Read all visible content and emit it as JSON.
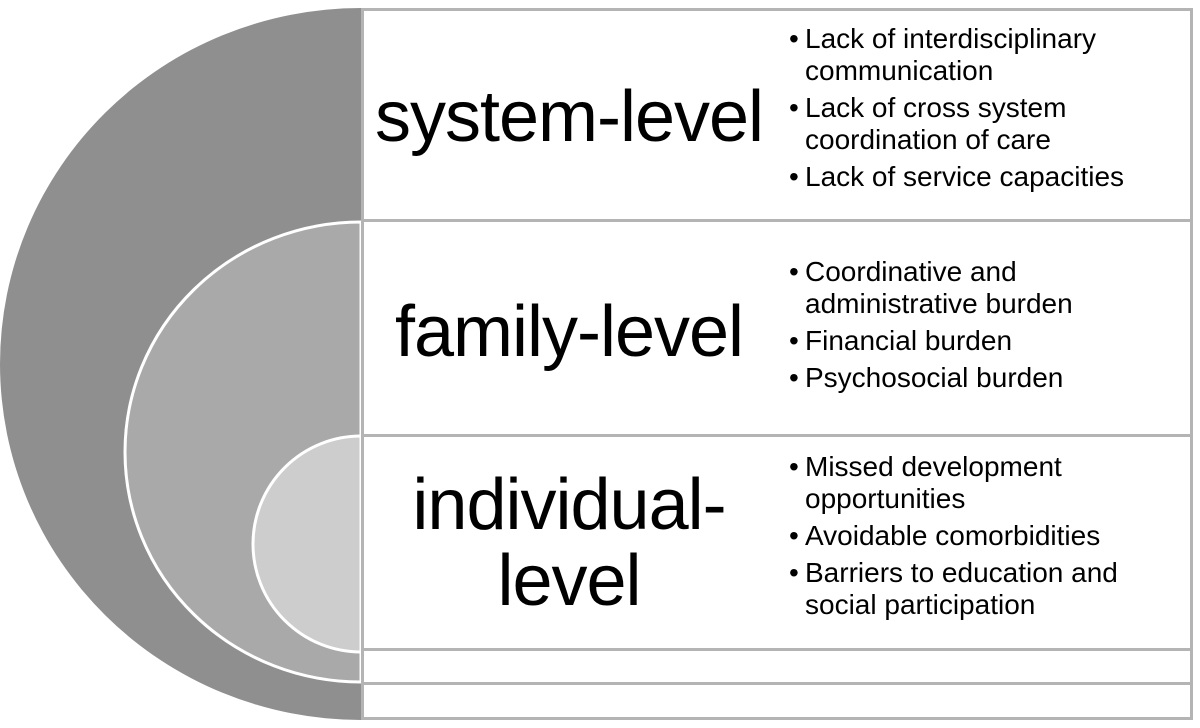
{
  "colors": {
    "outer_ring": "#8f8f8f",
    "middle_ring": "#a9a9a9",
    "inner_ring": "#cdcdcd",
    "ring_stroke": "#ffffff",
    "panel_border": "#b4b4b4",
    "text": "#000000"
  },
  "levels": [
    {
      "title": "system-level",
      "items": [
        "Lack of interdisciplinary communication",
        "Lack of cross system coordination of care",
        "Lack of service capacities"
      ]
    },
    {
      "title": "family-level",
      "items": [
        "Coordinative and administrative burden",
        "Financial burden",
        "Psychosocial burden"
      ]
    },
    {
      "title_line1": "individual-",
      "title_line2": "level",
      "items": [
        "Missed development opportunities",
        "Avoidable comorbidities",
        "Barriers to education and social participation"
      ]
    }
  ]
}
